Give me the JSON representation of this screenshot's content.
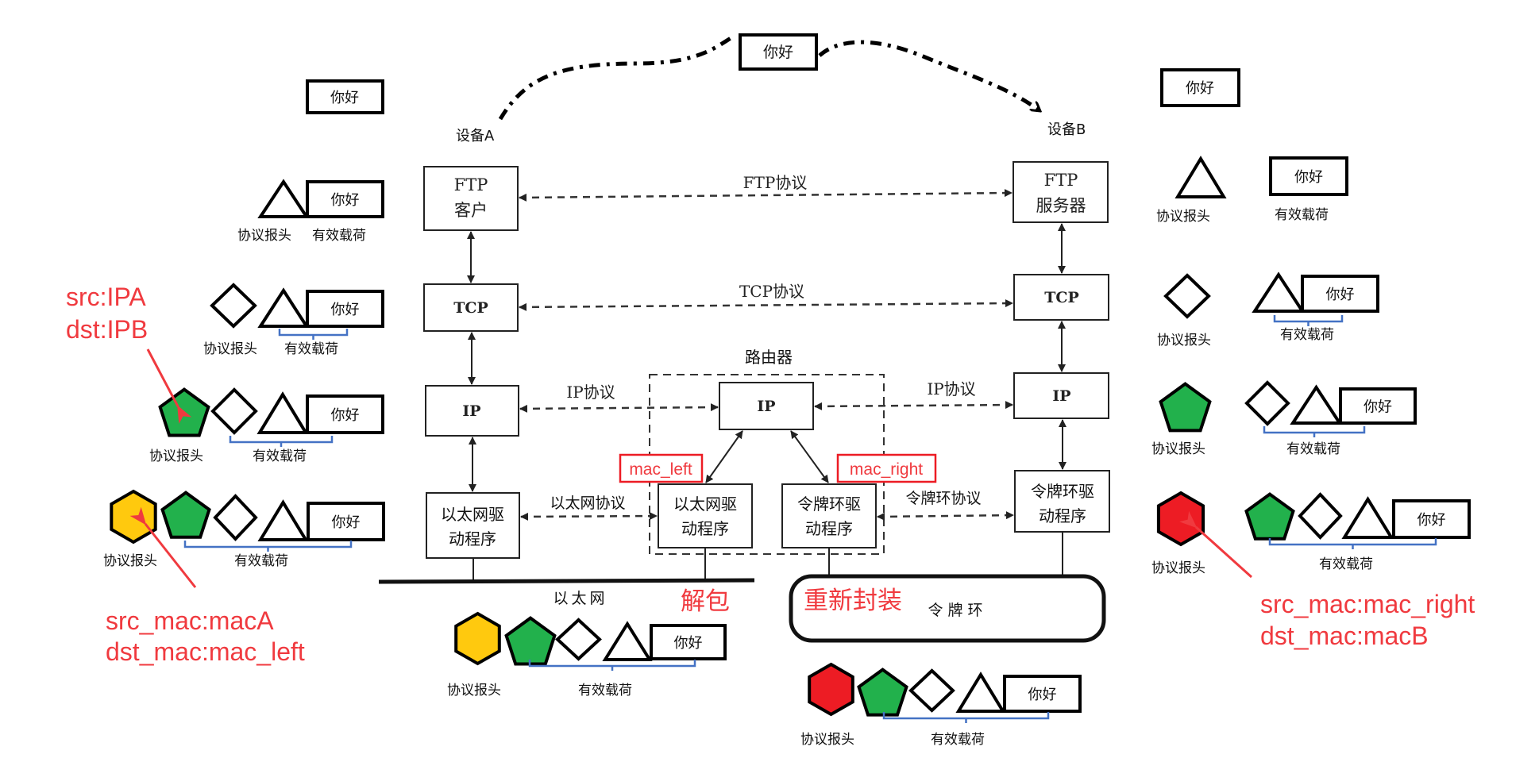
{
  "colors": {
    "ip_header": "#22b14c",
    "eth_header": "#ffc90e",
    "token_header": "#ed1c24",
    "annotation": "#f03a3f",
    "payload_brace": "#4472c4"
  },
  "message": "你好",
  "labels": {
    "header": "协议报头",
    "payload": "有效载荷"
  },
  "devices": {
    "a": "设备A",
    "b": "设备B",
    "router": "路由器"
  },
  "stack_a": {
    "ftp": [
      "FTP",
      "客户"
    ],
    "tcp": "TCP",
    "ip": "IP",
    "driver": [
      "以太网驱",
      "动程序"
    ]
  },
  "stack_b": {
    "ftp": [
      "FTP",
      "服务器"
    ],
    "tcp": "TCP",
    "ip": "IP",
    "driver": [
      "令牌环驱",
      "动程序"
    ]
  },
  "router": {
    "ip": "IP",
    "eth_driver": [
      "以太网驱",
      "动程序"
    ],
    "token_driver": [
      "令牌环驱",
      "动程序"
    ]
  },
  "protocols": {
    "ftp": "FTP协议",
    "tcp": "TCP协议",
    "ip_left": "IP协议",
    "ip_right": "IP协议",
    "ethernet": "以太网协议",
    "token_ring": "令牌环协议"
  },
  "networks": {
    "ethernet": "以太网",
    "token_ring": "令 牌 环"
  },
  "annotations": {
    "mac_left": "mac_left",
    "mac_right": "mac_right",
    "unpack": "解包",
    "repack": "重新封装",
    "ip_addr": [
      "src:IPA",
      "dst:IPB"
    ],
    "eth_mac": [
      "src_mac:macA",
      "dst_mac:mac_left"
    ],
    "token_mac": [
      "src_mac:mac_right",
      "dst_mac:macB"
    ]
  }
}
